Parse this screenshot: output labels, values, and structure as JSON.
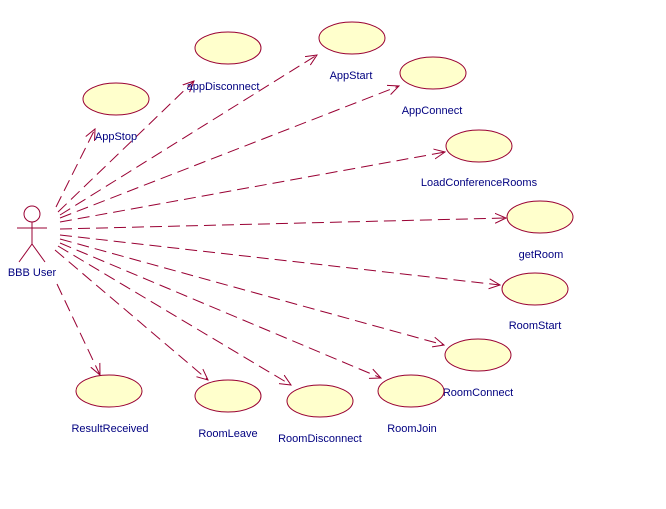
{
  "diagram": {
    "actor": {
      "label": "BBB User"
    },
    "use_cases": [
      {
        "id": "app-stop",
        "label": "AppStop"
      },
      {
        "id": "app-disconnect",
        "label": "appDisconnect"
      },
      {
        "id": "app-start",
        "label": "AppStart"
      },
      {
        "id": "app-connect",
        "label": "AppConnect"
      },
      {
        "id": "load-conference-rooms",
        "label": "LoadConferenceRooms"
      },
      {
        "id": "get-room",
        "label": "getRoom"
      },
      {
        "id": "room-start",
        "label": "RoomStart"
      },
      {
        "id": "room-connect",
        "label": "RoomConnect"
      },
      {
        "id": "room-join",
        "label": "RoomJoin"
      },
      {
        "id": "room-disconnect",
        "label": "RoomDisconnect"
      },
      {
        "id": "room-leave",
        "label": "RoomLeave"
      },
      {
        "id": "result-received",
        "label": "ResultReceived"
      }
    ],
    "colors": {
      "ellipse_fill": "#ffffcc",
      "line": "#990033",
      "text": "#000080"
    }
  }
}
